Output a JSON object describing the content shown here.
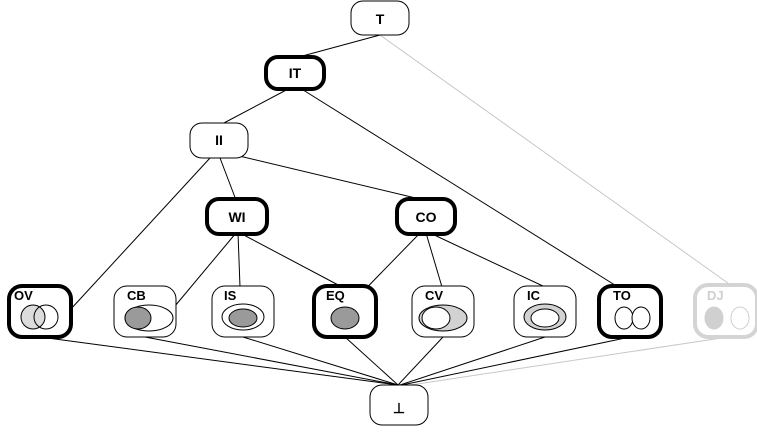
{
  "diagram": {
    "top": {
      "label": "T"
    },
    "bottom": {
      "label": "⊥"
    },
    "middle": [
      {
        "id": "IT",
        "label": "IT",
        "emphasis": "bold"
      },
      {
        "id": "II",
        "label": "II",
        "emphasis": "normal"
      },
      {
        "id": "WI",
        "label": "WI",
        "emphasis": "bold"
      },
      {
        "id": "CO",
        "label": "CO",
        "emphasis": "bold"
      }
    ],
    "relations": [
      {
        "id": "OV",
        "label": "OV",
        "emphasis": "bold",
        "icon": "overlap-circles-icon"
      },
      {
        "id": "CB",
        "label": "CB",
        "emphasis": "normal",
        "icon": "covered-by-ellipses-icon"
      },
      {
        "id": "IS",
        "label": "IS",
        "emphasis": "normal",
        "icon": "inside-ellipses-icon"
      },
      {
        "id": "EQ",
        "label": "EQ",
        "emphasis": "bold",
        "icon": "equal-ellipse-icon"
      },
      {
        "id": "CV",
        "label": "CV",
        "emphasis": "normal",
        "icon": "covers-ellipses-icon"
      },
      {
        "id": "IC",
        "label": "IC",
        "emphasis": "normal",
        "icon": "includes-ellipses-icon"
      },
      {
        "id": "TO",
        "label": "TO",
        "emphasis": "bold",
        "icon": "touch-circles-icon"
      },
      {
        "id": "DJ",
        "label": "DJ",
        "emphasis": "faded",
        "icon": "disjoint-circles-icon"
      }
    ],
    "colors": {
      "line": "#000000",
      "faded": "#c8c8c8",
      "fill_gray": "#9a9a9a",
      "fill_light": "#d2d2d2"
    }
  }
}
